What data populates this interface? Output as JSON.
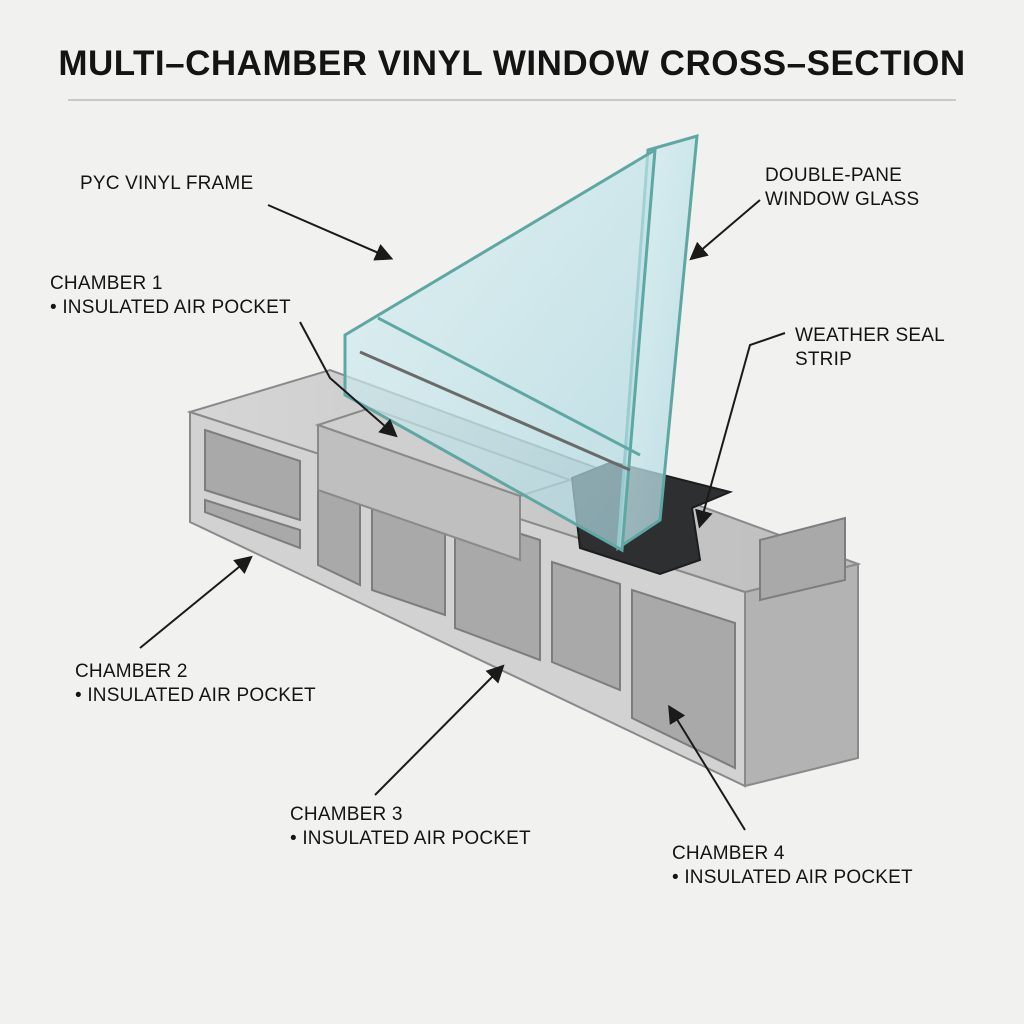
{
  "title": "MULTI–CHAMBER VINYL WINDOW CROSS–SECTION",
  "labels": {
    "frame": "PYC VINYL FRAME",
    "glass_line1": "DOUBLE-PANE",
    "glass_line2": "WINDOW GLASS",
    "seal_line1": "WEATHER SEAL",
    "seal_line2": "STRIP",
    "chamber1_name": "CHAMBER 1",
    "chamber1_desc": "• INSULATED AIR POCKET",
    "chamber2_name": "CHAMBER 2",
    "chamber2_desc": "• INSULATED AIR POCKET",
    "chamber3_name": "CHAMBER 3",
    "chamber3_desc": "• INSULATED AIR POCKET",
    "chamber4_name": "CHAMBER 4",
    "chamber4_desc": "• INSULATED AIR POCKET"
  },
  "colors": {
    "frame": "#c8c8c8",
    "frame_edge": "#8a8a8a",
    "glass": "#bfe3ea",
    "glass_edge": "#5fa7a3",
    "seal": "#2d2f31",
    "leader": "#1a1a1a"
  }
}
